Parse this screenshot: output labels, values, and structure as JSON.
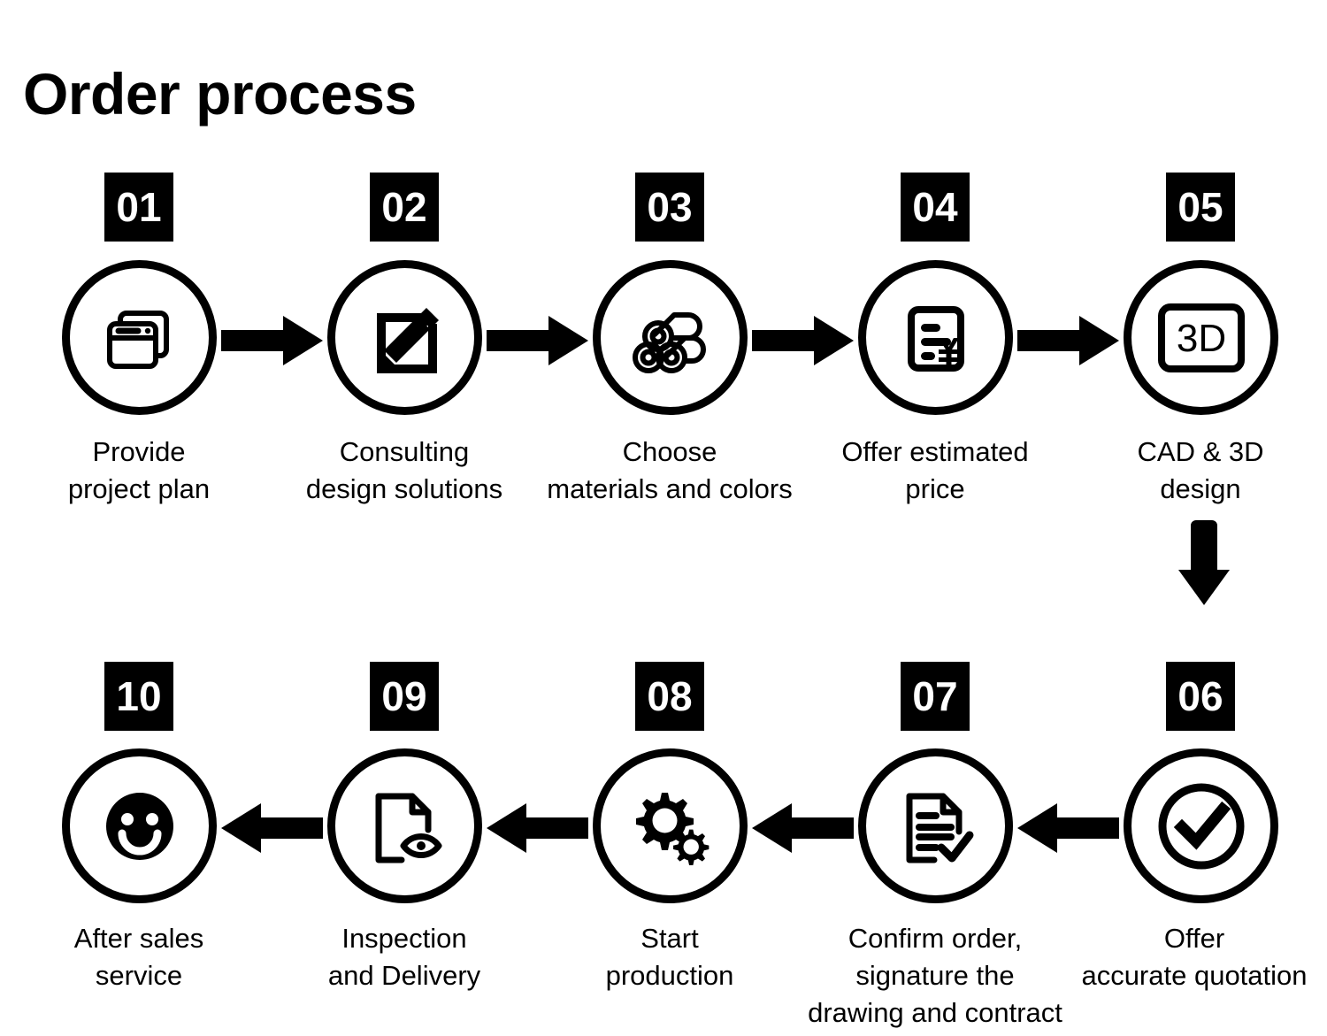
{
  "title": "Order process",
  "colors": {
    "ink": "#000000",
    "background": "#ffffff",
    "badge_bg": "#000000",
    "badge_text": "#ffffff"
  },
  "rows": [
    {
      "direction": "left-to-right",
      "steps": [
        {
          "number": "01",
          "icon": "stacked-windows-icon",
          "caption": "Provide\nproject plan"
        },
        {
          "number": "02",
          "icon": "pencil-square-edit-icon",
          "caption": "Consulting\ndesign solutions"
        },
        {
          "number": "03",
          "icon": "stacked-pipes-materials-icon",
          "caption": "Choose\nmaterials and colors"
        },
        {
          "number": "04",
          "icon": "invoice-yen-document-icon",
          "caption": "Offer estimated\nprice"
        },
        {
          "number": "05",
          "icon": "three-d-screen-icon",
          "caption": "CAD & 3D\ndesign"
        }
      ]
    },
    {
      "direction": "right-to-left",
      "steps": [
        {
          "number": "10",
          "icon": "smiley-face-icon",
          "caption": "After sales\nservice"
        },
        {
          "number": "09",
          "icon": "document-eye-inspection-icon",
          "caption": "Inspection\nand Delivery"
        },
        {
          "number": "08",
          "icon": "gears-production-icon",
          "caption": "Start\nproduction"
        },
        {
          "number": "07",
          "icon": "document-check-contract-icon",
          "caption": "Confirm order,\nsignature the\ndrawing and contract"
        },
        {
          "number": "06",
          "icon": "check-circle-icon",
          "caption": "Offer\naccurate quotation"
        }
      ]
    }
  ],
  "connectors": {
    "row1_arrows": [
      "arrow-right-icon",
      "arrow-right-icon",
      "arrow-right-icon",
      "arrow-right-icon"
    ],
    "row_link": "arrow-down-icon",
    "row2_arrows": [
      "arrow-left-icon",
      "arrow-left-icon",
      "arrow-left-icon",
      "arrow-left-icon"
    ]
  }
}
